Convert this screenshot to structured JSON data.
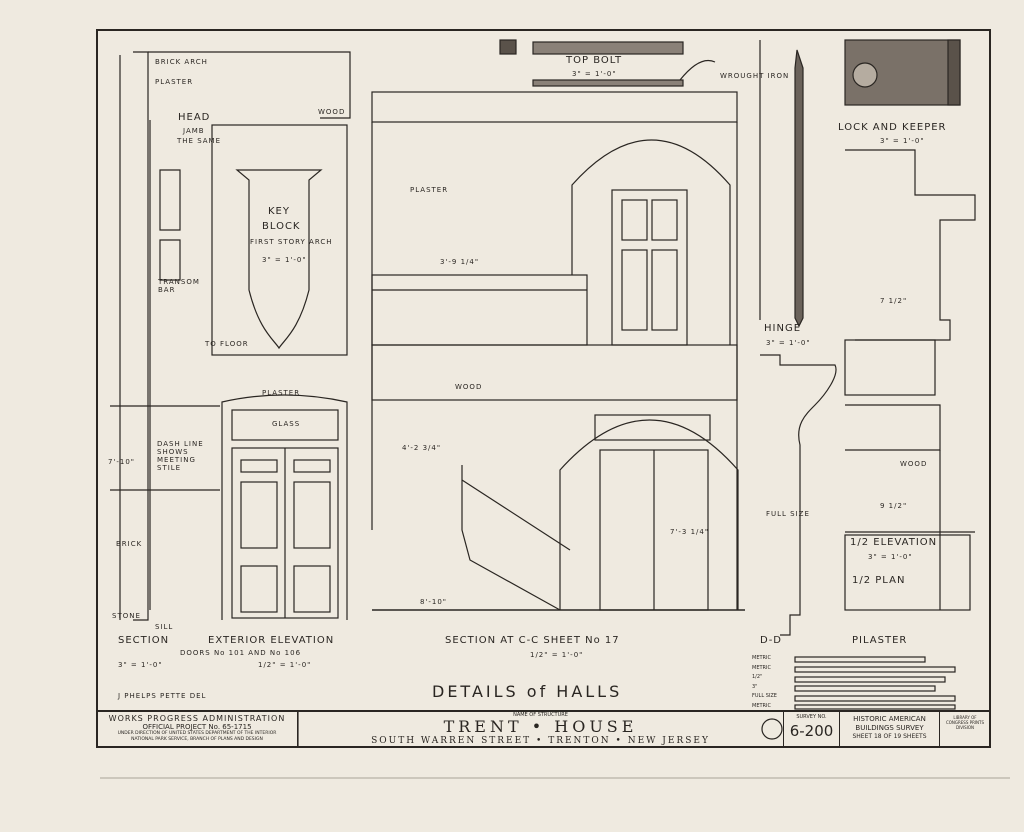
{
  "labels": {
    "brick_arch": "BRICK ARCH",
    "plaster_left": "PLASTER",
    "head": "HEAD",
    "jamb": "JAMB",
    "the_same": "THE SAME",
    "wood_top": "WOOD",
    "key_block": "KEY",
    "key_block2": "BLOCK",
    "first_story_arch": "FIRST STORY ARCH",
    "key_scale": "3\" = 1'-0\"",
    "transom_bar": "TRANSOM BAR",
    "to_floor": "TO FLOOR",
    "dash_line": "DASH LINE SHOWS MEETING STILE",
    "brick": "BRICK",
    "stone": "STONE",
    "sill": "SILL",
    "plaster_door": "PLASTER",
    "glass": "GLASS",
    "top_bolt": "TOP BOLT",
    "top_bolt_scale": "3\" = 1'-0\"",
    "wrought_iron": "WROUGHT IRON",
    "plaster_hall": "PLASTER",
    "wood_hall": "WOOD",
    "hinge": "HINGE",
    "hinge_scale": "3\" = 1'-0\"",
    "full_size": "FULL SIZE",
    "lock_keeper": "LOCK AND KEEPER",
    "lock_scale": "3\" = 1'-0\"",
    "wood_pilaster": "WOOD",
    "half_elevation": "1/2 ELEVATION",
    "half_elevation_scale": "3\" = 1'-0\"",
    "half_plan": "1/2 PLAN",
    "dim_a": "3'-9 1/4\"",
    "dim_b": "4'-2 3/4\"",
    "dim_c": "8'-10\"",
    "dim_d": "7'-3 1/4\"",
    "dim_e": "7 1/2\"",
    "dim_f": "9 1/2\"",
    "dim_g": "7'-10\""
  },
  "captions": {
    "section": "SECTION",
    "exterior_elevation": "EXTERIOR ELEVATION",
    "doors": "DOORS No 101 AND No 106",
    "scale_section": "3\" = 1'-0\"",
    "scale_elevation": "1/2\" = 1'-0\"",
    "section_cc": "SECTION AT C-C SHEET No 17",
    "scale_cc": "1/2\" = 1'-0\"",
    "dd": "D-D",
    "pilaster": "PILASTER",
    "details": "DETAILS of HALLS",
    "delineator": "J PHELPS PETTE DEL"
  },
  "scales": [
    "METRIC",
    "METRIC",
    "1/2\"",
    "3\"",
    "FULL SIZE",
    "METRIC"
  ],
  "title_block": {
    "agency": "WORKS PROGRESS ADMINISTRATION",
    "project": "OFFICIAL PROJECT No. 65-1715",
    "direction": "UNDER DIRECTION OF UNITED STATES DEPARTMENT OF THE INTERIOR",
    "service": "NATIONAL PARK SERVICE, BRANCH OF PLANS AND DESIGN",
    "name_label": "NAME OF STRUCTURE",
    "structure": "TRENT • HOUSE",
    "address": "SOUTH WARREN STREET • TRENTON • NEW JERSEY",
    "survey_label": "SURVEY NO.",
    "survey_no": "6-200",
    "habs": "HISTORIC AMERICAN BUILDINGS SURVEY",
    "sheet": "SHEET 18 OF 19 SHEETS",
    "library": "LIBRARY OF CONGRESS PRINTS DIVISION"
  }
}
